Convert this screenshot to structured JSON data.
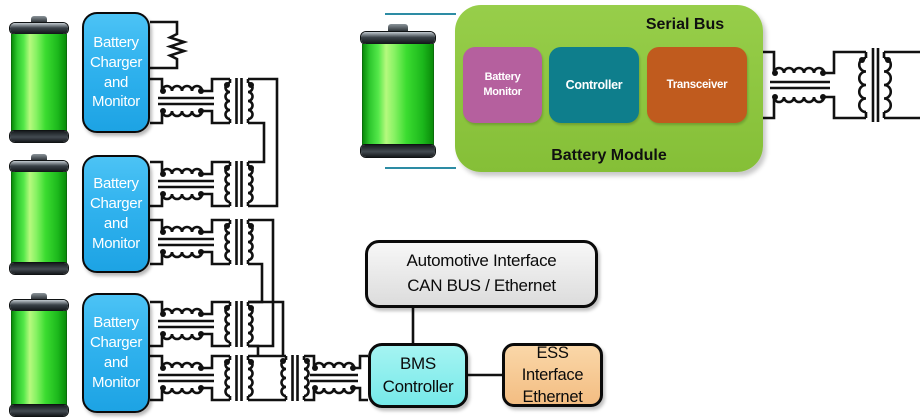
{
  "diagram": {
    "chargers": [
      {
        "label": "Battery\nCharger\nand\nMonitor"
      },
      {
        "label": "Battery\nCharger\nand\nMonitor"
      },
      {
        "label": "Battery\nCharger\nand\nMonitor"
      }
    ],
    "module_detail": {
      "serial_bus_label": "Serial Bus",
      "module_label": "Battery Module",
      "components": [
        {
          "id": "battery-monitor",
          "label": "Battery\nMonitor",
          "color": "#b5609e"
        },
        {
          "id": "controller",
          "label": "Controller",
          "color": "#0e7e8c"
        },
        {
          "id": "transceiver",
          "label": "Transceiver",
          "color": "#c05b1e"
        }
      ]
    },
    "automotive_interface": {
      "label": "Automotive Interface\nCAN BUS / Ethernet"
    },
    "bms_controller": {
      "label": "BMS\nController"
    },
    "ess_interface": {
      "label": "ESS Interface\nEthernet"
    },
    "icons": {
      "battery_cell": "green-battery-cell",
      "transformer": "coil-transformer-symbol",
      "resistor": "zigzag-resistor-symbol"
    },
    "colors": {
      "charger_blue": "#32b4ef",
      "module_green": "#8dc63f",
      "monitor_purple": "#b5609e",
      "controller_teal": "#0e7e8c",
      "transceiver_orange": "#c05b1e",
      "interface_gray": "#e9e9e9",
      "bms_cyan": "#7fecec",
      "ess_peach": "#f7c993",
      "battery_green": "#2ecc2e",
      "wire_black": "#111111",
      "serial_link_teal": "#2d8ca4"
    }
  }
}
